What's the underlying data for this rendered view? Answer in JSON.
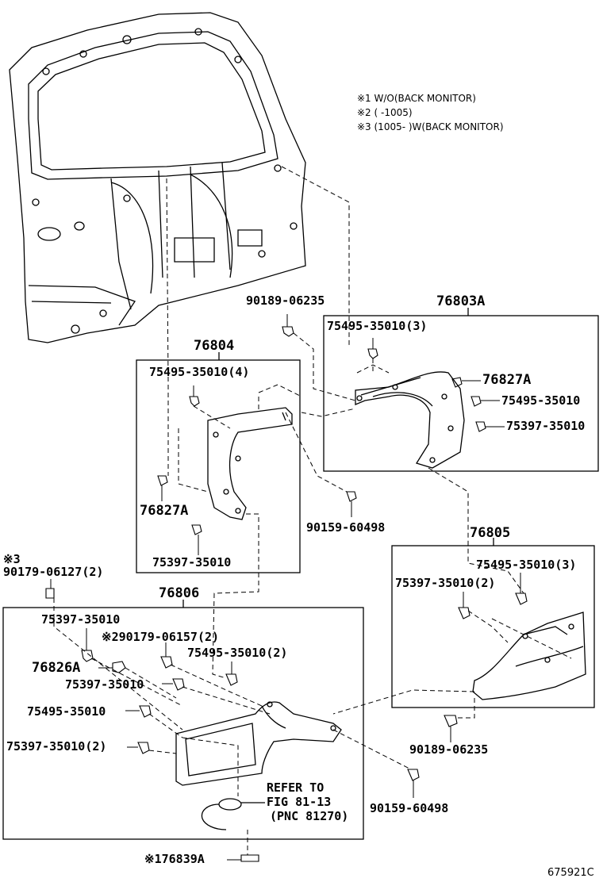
{
  "notes": {
    "n1": "※1 W/O(BACK MONITOR)",
    "n2": "※2 (         -1005)",
    "n3": "※3 (1005-        )W(BACK MONITOR)"
  },
  "callouts": {
    "p76803A": "76803A",
    "p76804": "76804",
    "p76805": "76805",
    "p76806": "76806",
    "p90189_top": "90189-06235",
    "p90189_bot": "90189-06235",
    "p75495_3_a": "75495-35010(3)",
    "p75495_3_b": "75495-35010(3)",
    "p75495_4": "75495-35010(4)",
    "p75495_r": "75495-35010",
    "p75495_2": "75495-35010(2)",
    "p75495_l": "75495-35010",
    "p76827A_r": "76827A",
    "p76827A_l": "76827A",
    "p75397_r": "75397-35010",
    "p75397_mid": "75397-35010",
    "p75397_2_r": "75397-35010(2)",
    "p75397_top": "75397-35010",
    "p75397_c": "75397-35010",
    "p75397_2_l": "75397-35010(2)",
    "p90159_top": "90159-60498",
    "p90159_bot": "90159-60498",
    "p90179_mark": "※3",
    "p90179": "90179-06127(2)",
    "p290179": "※290179-06157(2)",
    "p76826A": "76826A",
    "p176839A": "※176839A",
    "refer1": "REFER TO",
    "refer2": "FIG 81-13",
    "refer3": "(PNC 81270)",
    "code": "675921C"
  }
}
